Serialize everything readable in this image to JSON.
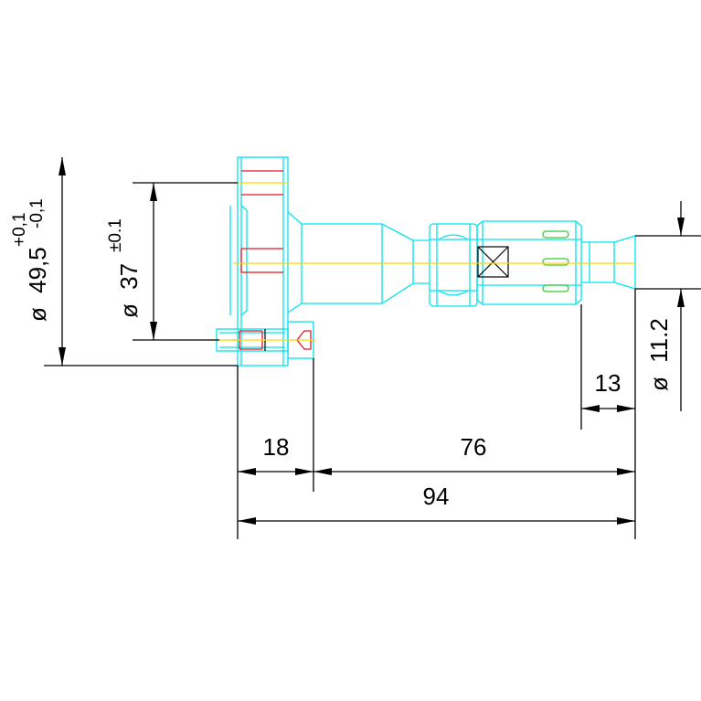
{
  "dimensions": {
    "flange_diameter": {
      "symbol": "ø",
      "value": "49,5",
      "tol_upper": "+0,1",
      "tol_lower": "-0,1"
    },
    "bolt_circle": {
      "symbol": "ø",
      "value": "37",
      "tol": "±0.1"
    },
    "tip_diameter": {
      "symbol": "ø",
      "value": "11.2"
    },
    "flange_length": {
      "value": "18"
    },
    "body_length": {
      "value": "76"
    },
    "tip_length": {
      "value": "13"
    },
    "overall_length": {
      "value": "94"
    }
  },
  "colors": {
    "outline": "#00e5ee",
    "centerline": "#ffd500",
    "hidden": "#e8141e",
    "thread": "#33cc33",
    "dimension": "#000000"
  }
}
